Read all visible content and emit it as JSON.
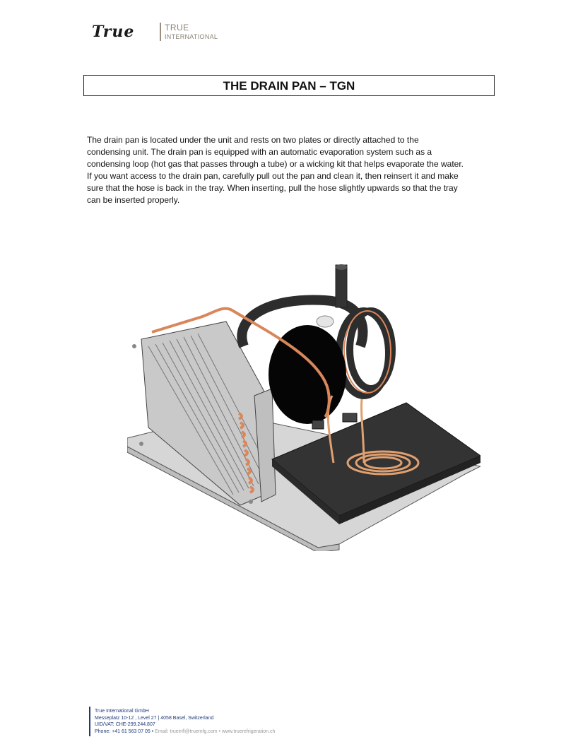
{
  "header": {
    "logo_wordmark": "True",
    "brand_line1": "TRUE",
    "brand_line2": "INTERNATIONAL"
  },
  "title": "THE DRAIN PAN – TGN",
  "body": {
    "lines": [
      "The drain pan is located under the unit and rests on two plates or directly attached to the",
      "condensing unit. The drain pan is equipped with an automatic evaporation system such as a",
      "condensing loop (hot gas that passes through a tube) or a wicking kit that helps evaporate the water.",
      "If you want access to the drain pan, carefully pull out the pan and clean it, then reinsert it and make",
      "sure that the hose is back in the tray. When inserting, pull the hose slightly upwards so that the tray",
      "can be inserted properly."
    ]
  },
  "footer": {
    "company": "True International GmbH",
    "address": "Messeplatz 10-12 , Level 27 | 4058 Basel, Switzerland",
    "vat": "UID/VAT: CHE-299.244.807",
    "phone": "Phone: +41 61 563 07 05 •",
    "contact": "Email: trueinfl@truemfg.com • www.truerefrigeration.ch"
  },
  "colors": {
    "brand_grey": "#8c8477",
    "footer_blue": "#1f3a7a",
    "copper": "#d9875a",
    "drain_pan": "#3a3a3a"
  }
}
